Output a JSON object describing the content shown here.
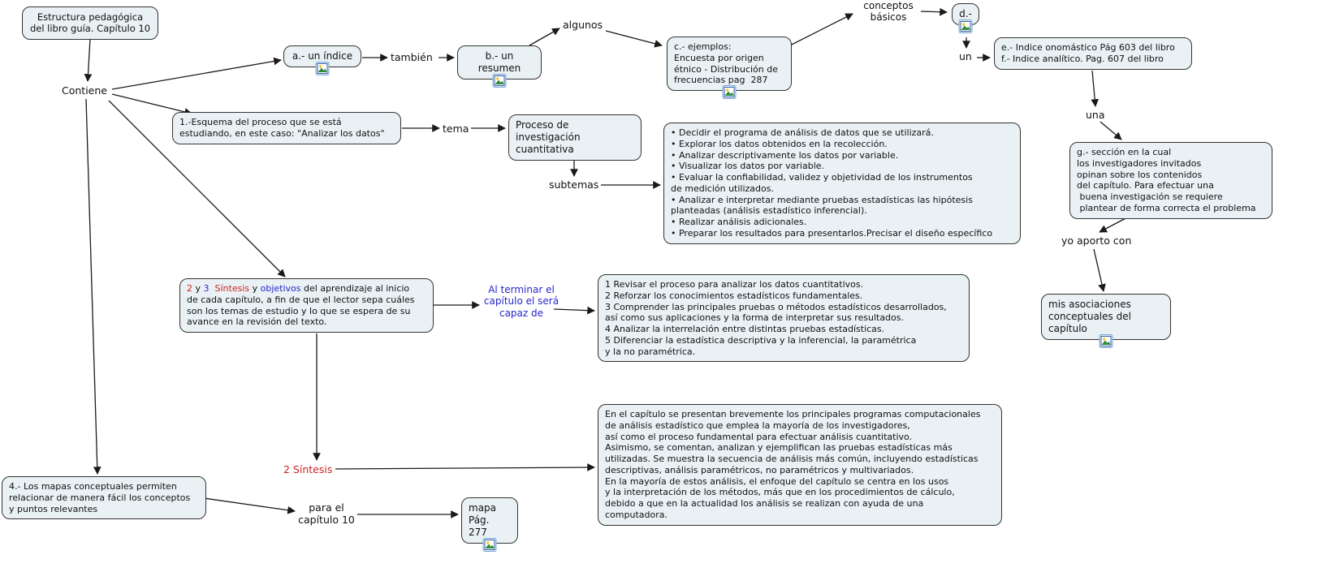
{
  "colors": {
    "box_fill": "#e9f1f4",
    "box_border": "#333333",
    "text": "#111111",
    "red": "#cc2222",
    "blue": "#2626cc",
    "line": "#1a1a1a"
  },
  "nodes": {
    "title": {
      "label": "Estructura pedagógica\ndel libro guía. Capítulo 10"
    },
    "indice": {
      "label": "a.- un índice",
      "icon": "image-resource"
    },
    "resumen": {
      "label": "b.- un resumen",
      "icon": "image-resource"
    },
    "ejemplos": {
      "label": "c.- ejemplos:\nEncuesta por origen\nétnico - Distribución de\nfrecuencias pag  287",
      "icon": "image-resource"
    },
    "d": {
      "label": "d.-",
      "icon": "image-resource"
    },
    "indices_ef": {
      "label": "e.- Indice onomástico Pág 603 del libro\nf.- Indice analítico. Pag. 607 del libro"
    },
    "seccion_g": {
      "label": "g.- sección en la cual\nlos investigadores invitados\nopinan sobre los contenidos\ndel capítulo. Para efectuar una\n buena investigación se requiere\n plantear de forma correcta el problema"
    },
    "asociaciones": {
      "label": "mis asociaciones\nconceptuales del capítulo",
      "icon": "image-resource"
    },
    "esquema": {
      "label": "1.-Esquema del proceso que se está\nestudiando, en este caso: \"Analizar los datos\""
    },
    "proceso": {
      "label": "Proceso de investigación\ncuantitativa"
    },
    "subtemas_list": {
      "label": "• Decidir el programa de análisis de datos que se utilizará.\n• Explorar los datos obtenidos en la recolección.\n• Analizar descriptivamente los datos por variable.\n• Visualizar los datos por variable.\n• Evaluar la confiabilidad, validez y objetividad de los instrumentos\nde medición utilizados.\n• Analizar e interpretar mediante pruebas estadísticas las hipótesis\nplanteadas (análisis estadístico inferencial).\n• Realizar análisis adicionales.\n• Preparar los resultados para presentarlos.Precisar el diseño específico"
    },
    "sintesis_objetivos": {
      "parts": [
        {
          "text": "2",
          "color": "#cc2222"
        },
        {
          "text": " y ",
          "color": "#111111"
        },
        {
          "text": "3",
          "color": "#2626cc"
        },
        {
          "text": "  ",
          "color": "#111111"
        },
        {
          "text": "Síntesis",
          "color": "#cc2222"
        },
        {
          "text": " y ",
          "color": "#111111"
        },
        {
          "text": "objetivos",
          "color": "#2626cc"
        },
        {
          "text": " del aprendizaje al inicio\nde cada capítulo, a fin de que el lector sepa cuáles\nson los temas de estudio y lo que se espera de su\navance en la revisión del texto.",
          "color": "#111111"
        }
      ]
    },
    "objetivos_list": {
      "label": "1 Revisar el proceso para analizar los datos cuantitativos.\n2 Reforzar los conocimientos estadísticos fundamentales.\n3 Comprender las principales pruebas o métodos estadísticos desarrollados,\nasí como sus aplicaciones y la forma de interpretar sus resultados.\n4 Analizar la interrelación entre distintas pruebas estadísticas.\n5 Diferenciar la estadística descriptiva y la inferencial, la paramétrica\ny la no paramétrica."
    },
    "sintesis_texto": {
      "label": "En el capítulo se presentan brevemente los principales programas computacionales\nde análisis estadístico que emplea la mayoría de los investigadores,\nasí como el proceso fundamental para efectuar análisis cuantitativo.\nAsimismo, se comentan, analizan y ejemplifican las pruebas estadísticas más\nutilizadas. Se muestra la secuencia de análisis más común, incluyendo estadísticas\ndescriptivas, análisis paramétricos, no paramétricos y multivariados.\nEn la mayoría de estos análisis, el enfoque del capítulo se centra en los usos\ny la interpretación de los métodos, más que en los procedimientos de cálculo,\ndebido a que en la actualidad los análisis se realizan con ayuda de una\ncomputadora."
    },
    "mapas_conceptuales": {
      "label": "4.- Los mapas conceptuales permiten\nrelacionar de manera fácil los conceptos\ny puntos relevantes"
    },
    "mapa277": {
      "label": "mapa\nPág. 277",
      "icon": "image-resource"
    }
  },
  "linking_phrases": {
    "contiene": {
      "text": "Contiene"
    },
    "tambien": {
      "text": "también"
    },
    "algunos": {
      "text": "algunos"
    },
    "conceptos_basicos": {
      "text": "conceptos\nbásicos"
    },
    "un": {
      "text": "un"
    },
    "una": {
      "text": "una"
    },
    "tema": {
      "text": "tema"
    },
    "subtemas": {
      "text": "subtemas"
    },
    "al_terminar": {
      "text": "Al terminar el\ncapítulo el será\ncapaz de",
      "color": "#2626cc"
    },
    "yo_aporto": {
      "text": "yo aporto con"
    },
    "sintesis2": {
      "text": "2 Síntesis",
      "color": "#cc2222"
    },
    "para_el": {
      "text": "para el\ncapítulo 10"
    }
  }
}
